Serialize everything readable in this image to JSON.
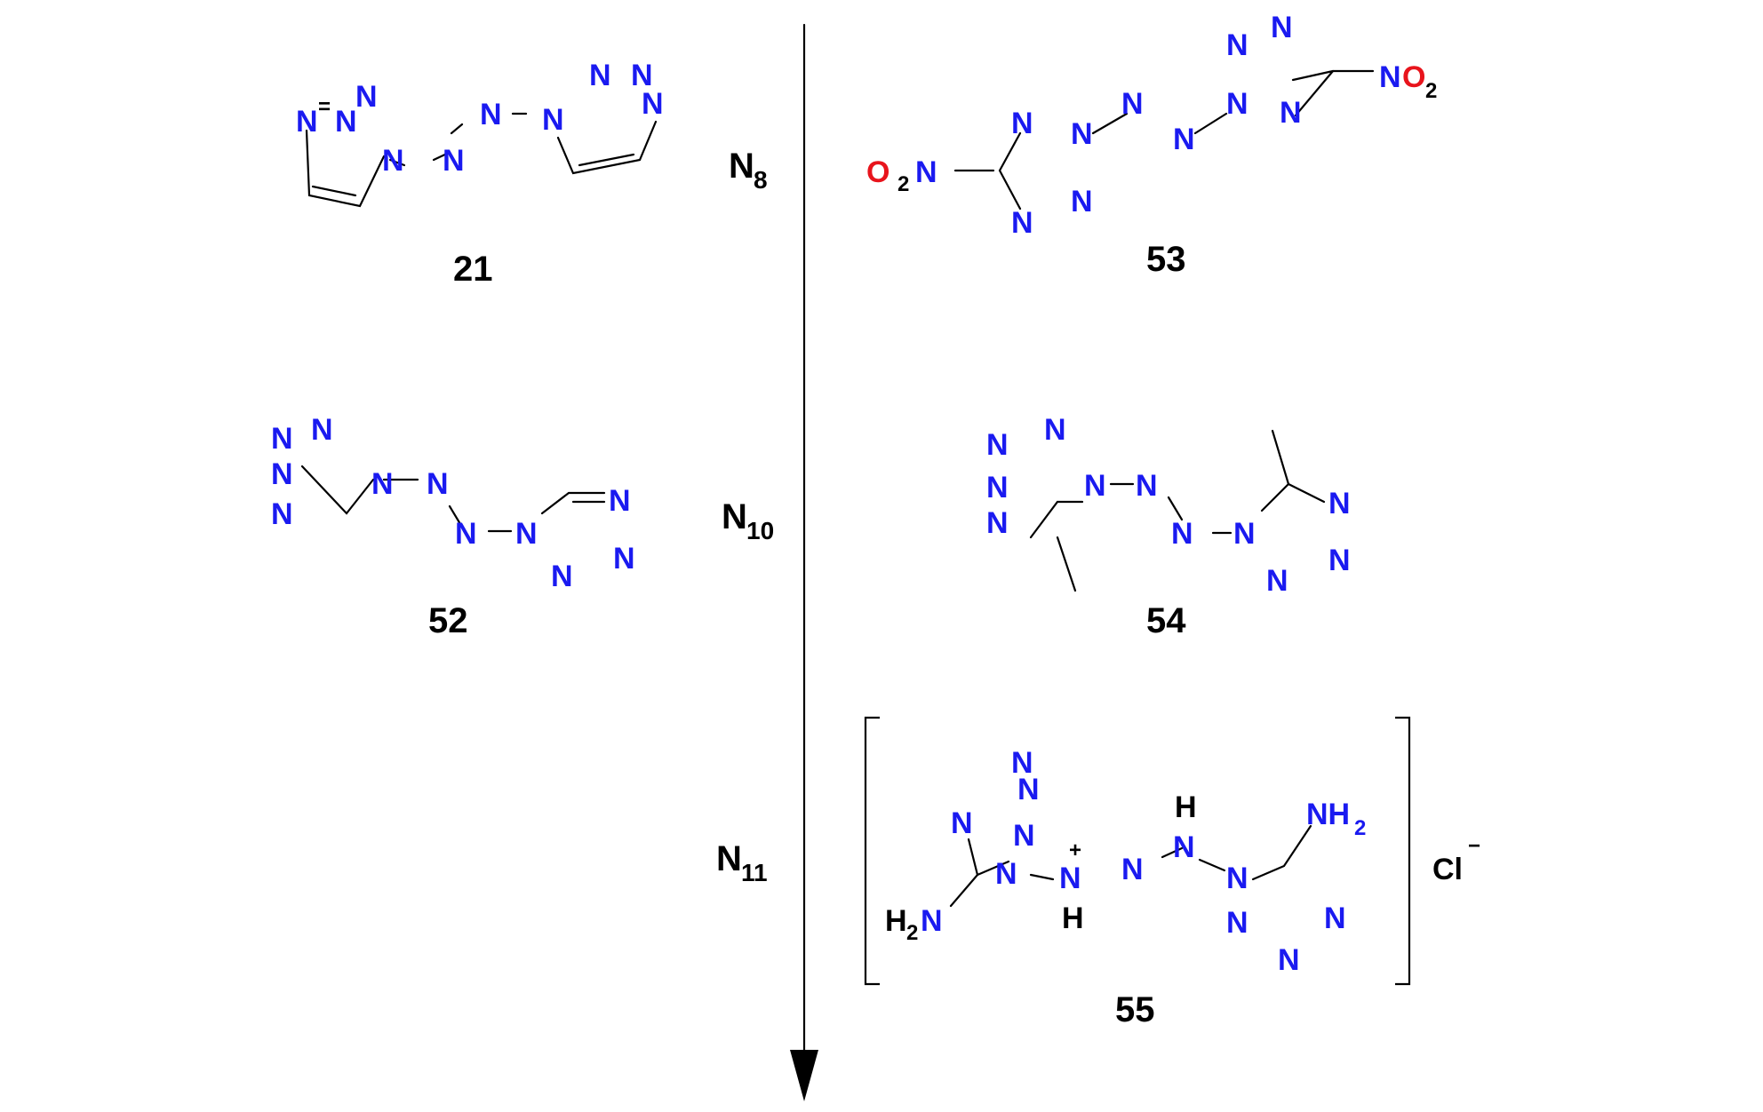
{
  "colors": {
    "nitrogen": "#1a1af0",
    "oxygen": "#e8141c",
    "carbon_bond": "#000000"
  },
  "axis": {
    "direction": "downward",
    "labels": [
      {
        "main": "N",
        "sub": "8"
      },
      {
        "main": "N",
        "sub": "10"
      },
      {
        "main": "N",
        "sub": "11"
      }
    ]
  },
  "compounds": [
    {
      "label": "21"
    },
    {
      "label": "53"
    },
    {
      "label": "52"
    },
    {
      "label": "54"
    },
    {
      "label": "55"
    }
  ],
  "atoms": {
    "n": "N",
    "o": "O",
    "h": "H",
    "nh": "NH",
    "no": "NO",
    "two": "2",
    "h2": "H",
    "plus": "+",
    "cl": "Cl",
    "minus": "−"
  }
}
